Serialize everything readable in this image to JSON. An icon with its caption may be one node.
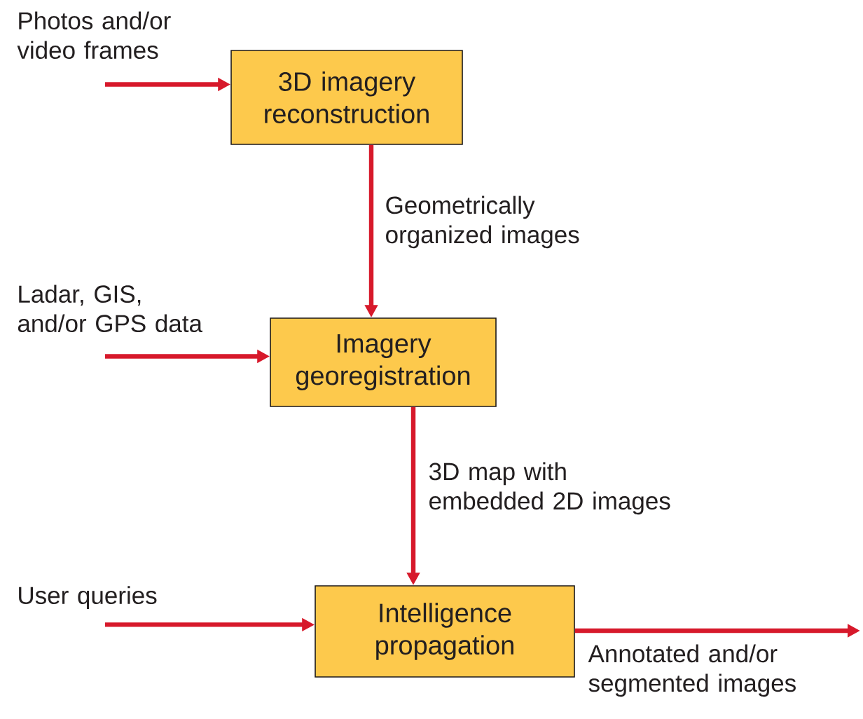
{
  "diagram": {
    "nodes": [
      {
        "text": [
          "Photos and/or video frames"
        ]
      },
      {
        "text": [
          "3D imagery reconstruction"
        ]
      },
      {
        "text": [
          "Ladar, GIS, and/or GPS data"
        ]
      },
      {
        "text": [
          "Imagery georegistration"
        ]
      },
      {
        "text": [
          "User queries"
        ]
      },
      {
        "text": [
          "Intelligence propagation"
        ]
      }
    ],
    "edges": [
      {
        "from": 0,
        "to": 1,
        "arrow": "to"
      },
      {
        "from": 1,
        "to": 3,
        "arrow": "to",
        "label": "Geometrically organized images"
      },
      {
        "from": 2,
        "to": 3,
        "arrow": "to"
      },
      {
        "from": 3,
        "to": 5,
        "arrow": "to",
        "label": "3D map with embedded 2D images"
      },
      {
        "from": 4,
        "to": 5,
        "arrow": "to"
      },
      {
        "from": 5,
        "to": null,
        "arrow": "to",
        "label": "Annotated and/or segmented images"
      }
    ]
  }
}
